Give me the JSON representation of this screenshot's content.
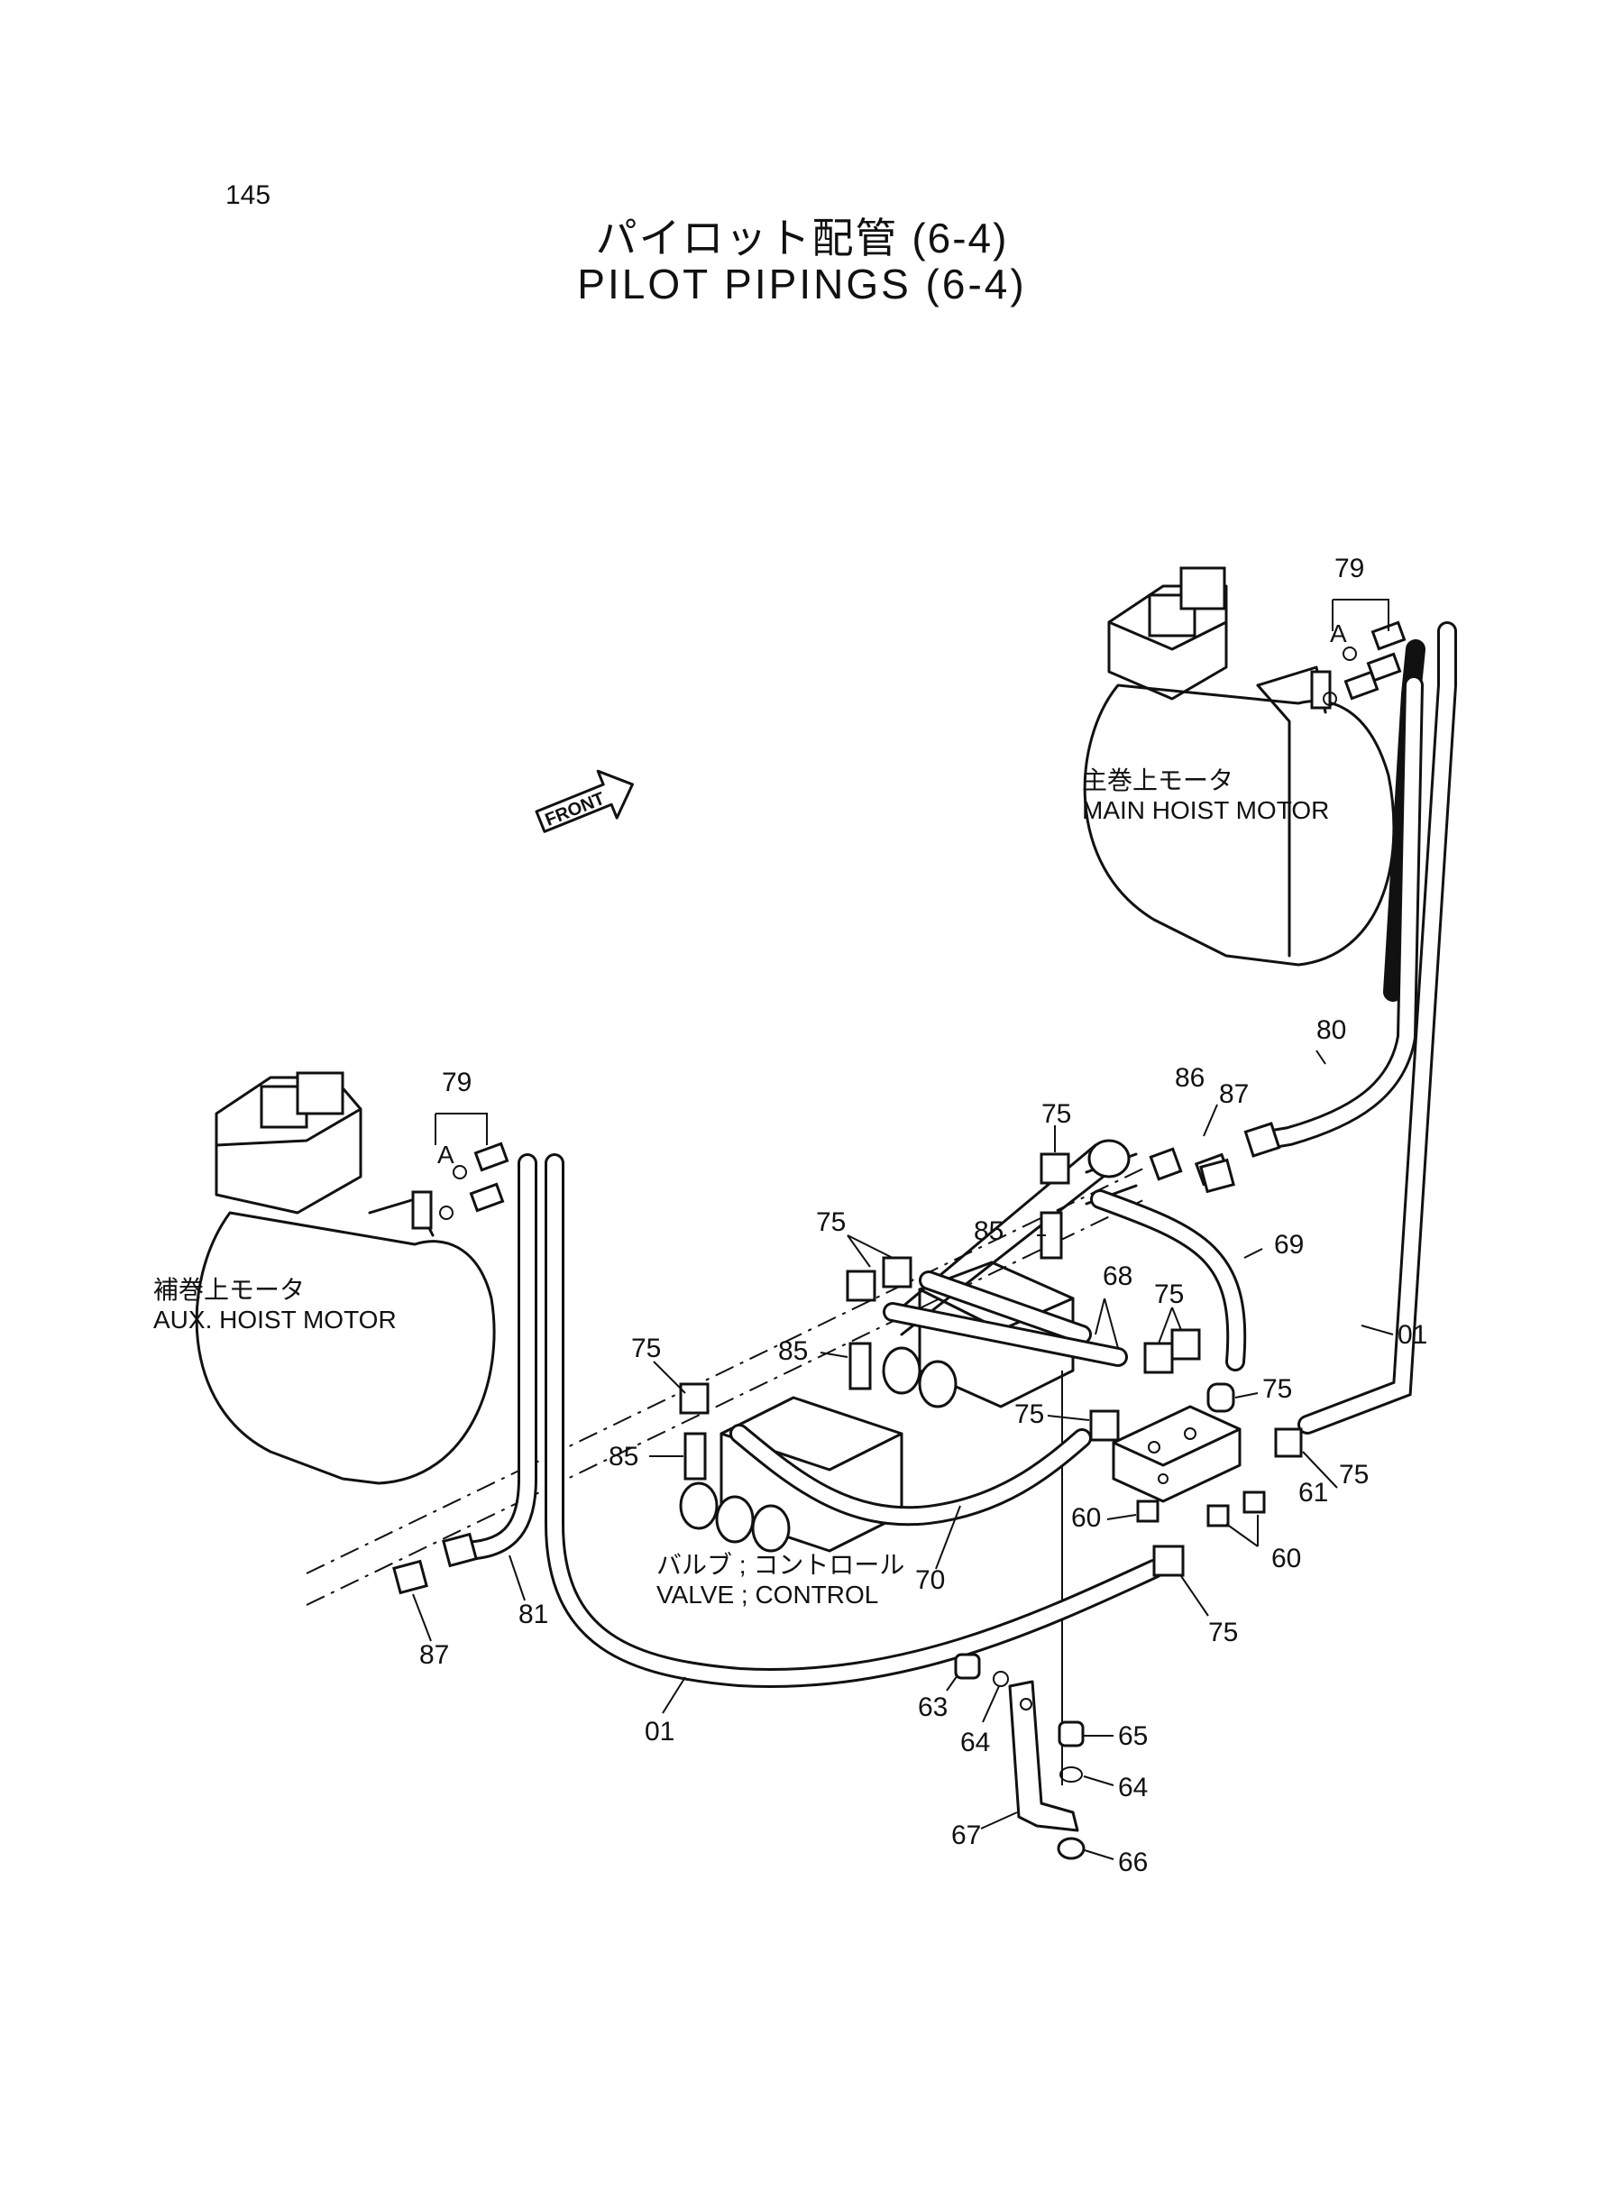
{
  "page_number": "145",
  "title_jp": "パイロット配管 (6-4)",
  "title_en": "PILOT PIPINGS (6-4)",
  "front_marker": "FRONT",
  "labels": {
    "main_motor_jp": "主巻上モータ",
    "main_motor_en": "MAIN HOIST MOTOR",
    "aux_motor_jp": "補巻上モータ",
    "aux_motor_en": "AUX. HOIST MOTOR",
    "valve_jp": "バルブ ; コントロール",
    "valve_en": "VALVE ; CONTROL",
    "detail_a_1": "A",
    "detail_a_2": "A"
  },
  "callouts": [
    {
      "id": "c1",
      "text": "79"
    },
    {
      "id": "c2",
      "text": "79"
    },
    {
      "id": "c3",
      "text": "80"
    },
    {
      "id": "c4",
      "text": "86"
    },
    {
      "id": "c5",
      "text": "87"
    },
    {
      "id": "c6",
      "text": "75"
    },
    {
      "id": "c7",
      "text": "85"
    },
    {
      "id": "c8",
      "text": "69"
    },
    {
      "id": "c9",
      "text": "75"
    },
    {
      "id": "c10",
      "text": "68"
    },
    {
      "id": "c11",
      "text": "75"
    },
    {
      "id": "c12",
      "text": "01"
    },
    {
      "id": "c13",
      "text": "75"
    },
    {
      "id": "c14",
      "text": "85"
    },
    {
      "id": "c15",
      "text": "75"
    },
    {
      "id": "c16",
      "text": "75"
    },
    {
      "id": "c17",
      "text": "75"
    },
    {
      "id": "c18",
      "text": "85"
    },
    {
      "id": "c19",
      "text": "61"
    },
    {
      "id": "c20",
      "text": "60"
    },
    {
      "id": "c21",
      "text": "60"
    },
    {
      "id": "c22",
      "text": "70"
    },
    {
      "id": "c23",
      "text": "75"
    },
    {
      "id": "c24",
      "text": "81"
    },
    {
      "id": "c25",
      "text": "87"
    },
    {
      "id": "c26",
      "text": "01"
    },
    {
      "id": "c27",
      "text": "63"
    },
    {
      "id": "c28",
      "text": "64"
    },
    {
      "id": "c29",
      "text": "65"
    },
    {
      "id": "c30",
      "text": "64"
    },
    {
      "id": "c31",
      "text": "67"
    },
    {
      "id": "c32",
      "text": "66"
    }
  ]
}
